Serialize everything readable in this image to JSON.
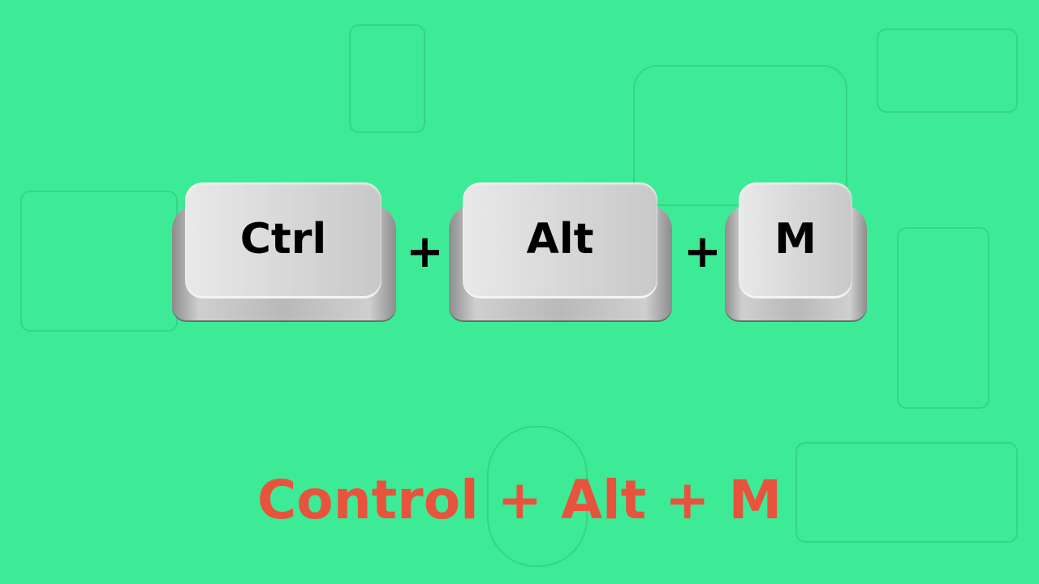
{
  "keys": [
    {
      "label": "Ctrl"
    },
    {
      "label": "Alt"
    },
    {
      "label": "M"
    }
  ],
  "separator": "+",
  "caption": "Control + Alt + M",
  "colors": {
    "background": "#3deb96",
    "caption": "#e8533e"
  }
}
